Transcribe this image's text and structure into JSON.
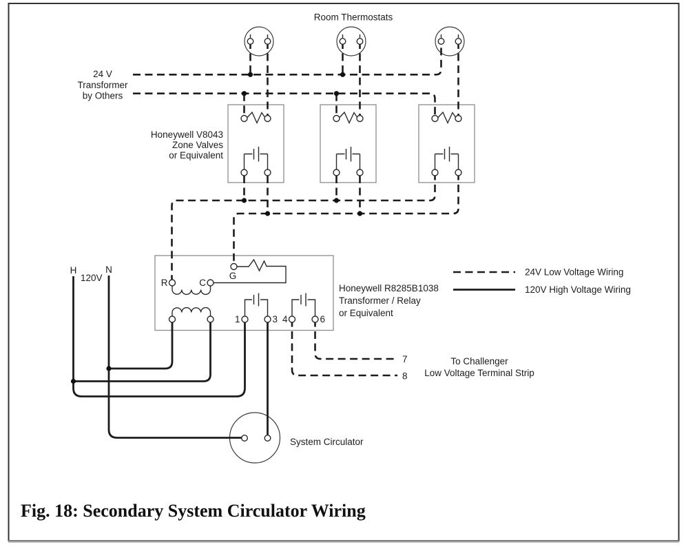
{
  "figure": {
    "caption": "Fig. 18: Secondary System Circulator Wiring"
  },
  "thermostats": {
    "title": "Room Thermostats"
  },
  "transformer_24v": {
    "note": [
      "24 V",
      "Transformer",
      "by Others"
    ]
  },
  "zone_valves": {
    "note": [
      "Honeywell V8043",
      "Zone Valves",
      "or Equivalent"
    ]
  },
  "relay": {
    "note": [
      "Honeywell R8285B1038",
      "Transformer / Relay",
      "or Equivalent"
    ],
    "terminals": {
      "r": "R",
      "c": "C",
      "g": "G",
      "t1": "1",
      "t3": "3",
      "t4": "4",
      "t6": "6"
    }
  },
  "power": {
    "hot": "H",
    "neutral": "N",
    "voltage": "120V"
  },
  "challenger": {
    "wire7": "7",
    "wire8": "8",
    "note": [
      "To Challenger",
      "Low Voltage Terminal Strip"
    ]
  },
  "circulator": {
    "label": "System Circulator"
  },
  "legend": {
    "low_voltage": "24V Low Voltage Wiring",
    "high_voltage": "120V High Voltage Wiring"
  },
  "colors": {
    "line": "#1c1c1c",
    "box_stroke": "#8c8c8c",
    "background": "#ffffff"
  }
}
